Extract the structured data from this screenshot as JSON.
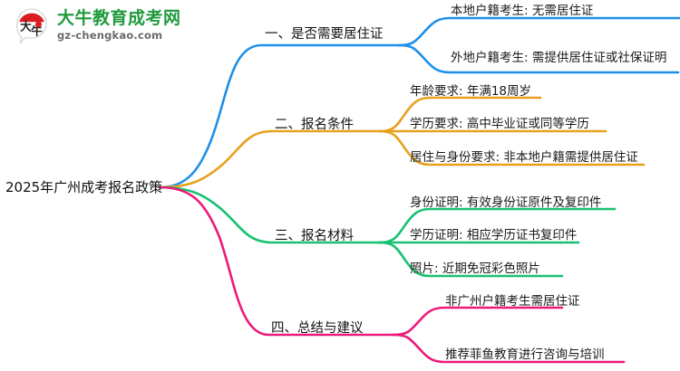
{
  "logo": {
    "mark_name": "daniu-bull-logo-icon",
    "mark_text": "大牛",
    "title": "大牛教育成考网",
    "url": "gz-chengkao.com",
    "title_color": "#1f9a3d",
    "mark_color": "#d81e20"
  },
  "mindmap": {
    "root": {
      "label": "2025年广州成考报名政策"
    },
    "branches": [
      {
        "label": "一、是否需要居住证",
        "color": "#1e90e8",
        "children": [
          {
            "label": "本地户籍考生: 无需居住证"
          },
          {
            "label": "外地户籍考生: 需提供居住证或社保证明"
          }
        ]
      },
      {
        "label": "二、报名条件",
        "color": "#e8a11f",
        "children": [
          {
            "label": "年龄要求: 年满18周岁"
          },
          {
            "label": "学历要求: 高中毕业证或同等学历"
          },
          {
            "label": "居住与身份要求: 非本地户籍需提供居住证"
          }
        ]
      },
      {
        "label": "三、报名材料",
        "color": "#18c172",
        "children": [
          {
            "label": "身份证明: 有效身份证原件及复印件"
          },
          {
            "label": "学历证明: 相应学历证书复印件"
          },
          {
            "label": "照片: 近期免冠彩色照片"
          }
        ]
      },
      {
        "label": "四、总结与建议",
        "color": "#ec1a7a",
        "children": [
          {
            "label": "非广州户籍考生需居住证"
          },
          {
            "label": "推荐菲鱼教育进行咨询与培训"
          }
        ]
      }
    ]
  }
}
